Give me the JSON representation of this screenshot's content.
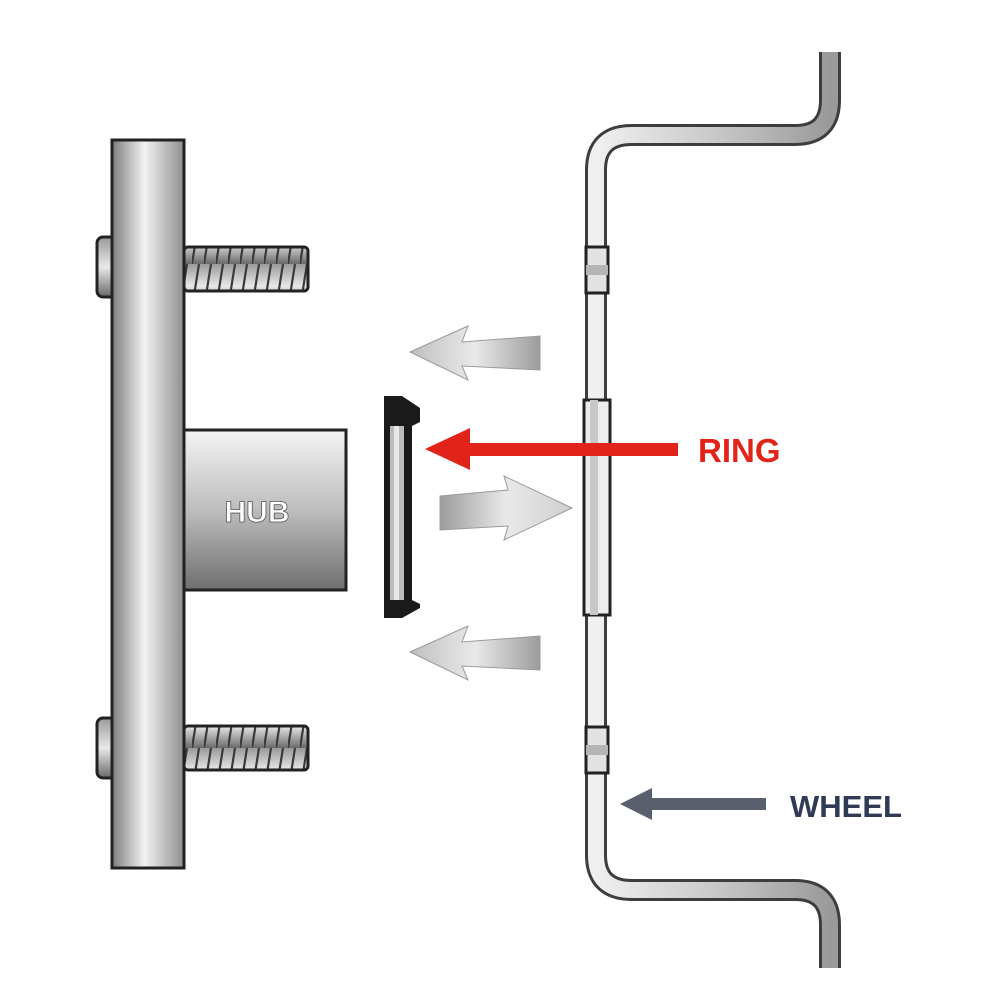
{
  "labels": {
    "hub": "HUB",
    "ring": "RING",
    "wheel": "WHEEL"
  },
  "colors": {
    "ring_accent": "#e2231a",
    "wheel_accent": "#2f3a55",
    "metal_light": "#e6e6e6",
    "metal_dark": "#8a8a8a",
    "outline": "#222222",
    "ring_body": "#1a1a1a"
  },
  "icons": {
    "left_arrow": "arrow-left-icon",
    "right_arrow": "arrow-right-icon"
  }
}
